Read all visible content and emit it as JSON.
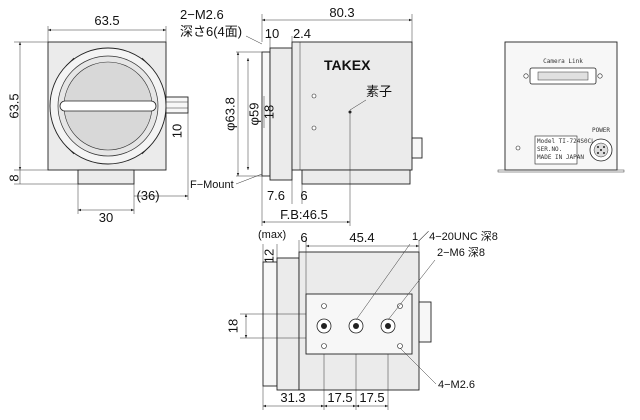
{
  "front_view": {
    "width": "63.5",
    "height": "63.5",
    "foot_height": "8",
    "foot_width": "30",
    "foot_offset": "(36)",
    "side_tab": "10"
  },
  "side_view": {
    "length": "80.3",
    "screw_spec_line1": "2−M2.6",
    "screw_spec_line2": "深さ6(4面)",
    "dim_10": "10",
    "dim_2_4": "2.4",
    "brand": "TAKEX",
    "sensor_label": "素子",
    "dia_63_8": "φ63.8",
    "dia_59": "φ59",
    "dim_18": "18",
    "mount_label": "F−Mount",
    "dim_7_6": "7.6",
    "dim_6": "6",
    "flange_back": "F.B:46.5"
  },
  "rear_view": {
    "connector_label": "Camera Link",
    "power_label": "POWER",
    "nameplate_line1": "Model TI-724S0CL",
    "nameplate_line2": "SER.NO.",
    "nameplate_line3": "MADE IN JAPAN"
  },
  "bottom_view": {
    "max_label": "(max)",
    "dim_12": "12",
    "dim_6": "6",
    "dim_45_4": "45.4",
    "tripod_spec": "1／4−20UNC 深8",
    "m6_spec": "2−M6 深8",
    "dim_18": "18",
    "m26_spec": "4−M2.6",
    "dim_31_3": "31.3",
    "dim_17_5a": "17.5",
    "dim_17_5b": "17.5"
  }
}
